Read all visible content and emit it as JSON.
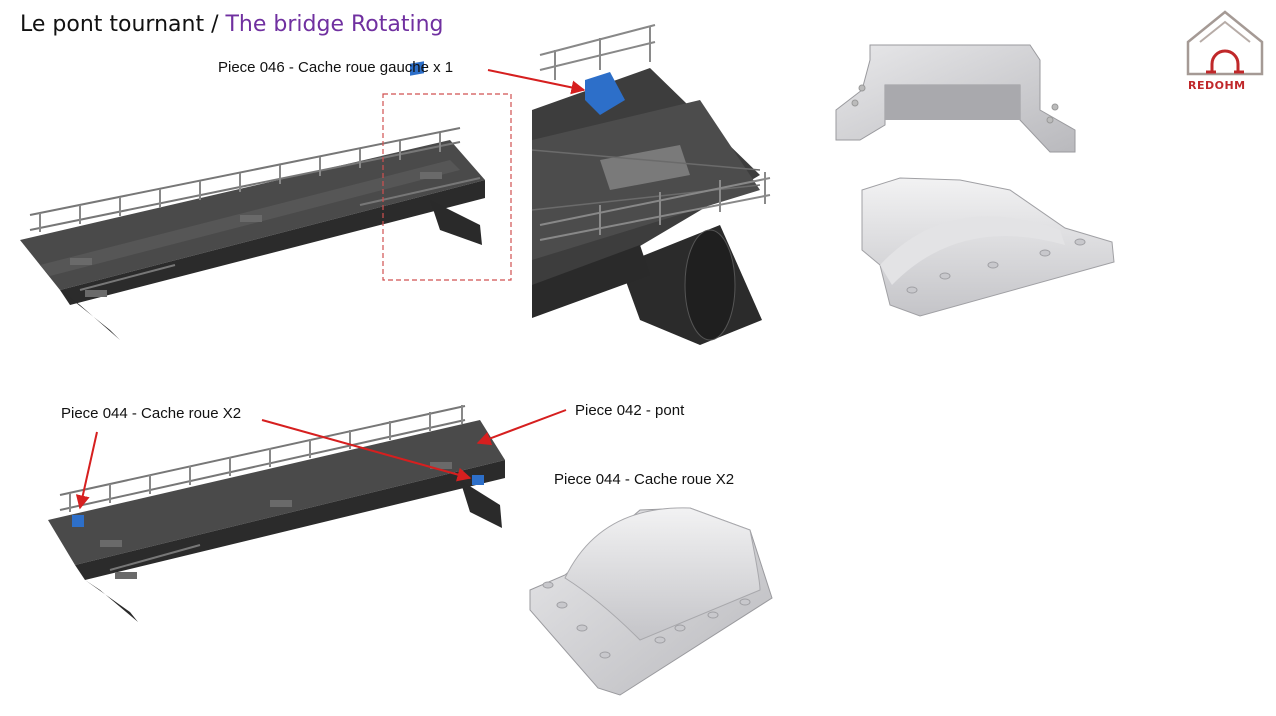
{
  "title": {
    "fr": "Le pont tournant",
    "separator": " / ",
    "en": "The bridge Rotating"
  },
  "labels": {
    "piece046": "Piece 046 - Cache roue gauche x 1",
    "piece044_left": "Piece 044 - Cache roue X2",
    "piece042": "Piece 042 - pont",
    "piece044_right": "Piece 044 - Cache roue X2"
  },
  "logo": {
    "brand": "REDOHM"
  },
  "colors": {
    "arrow": "#d61f1f",
    "highlight_part": "#2d6fc9",
    "bridge": "#3a3a3a",
    "part_render": "#d6d6d8",
    "title_en": "#7030a0",
    "logo": "#c0282a"
  }
}
